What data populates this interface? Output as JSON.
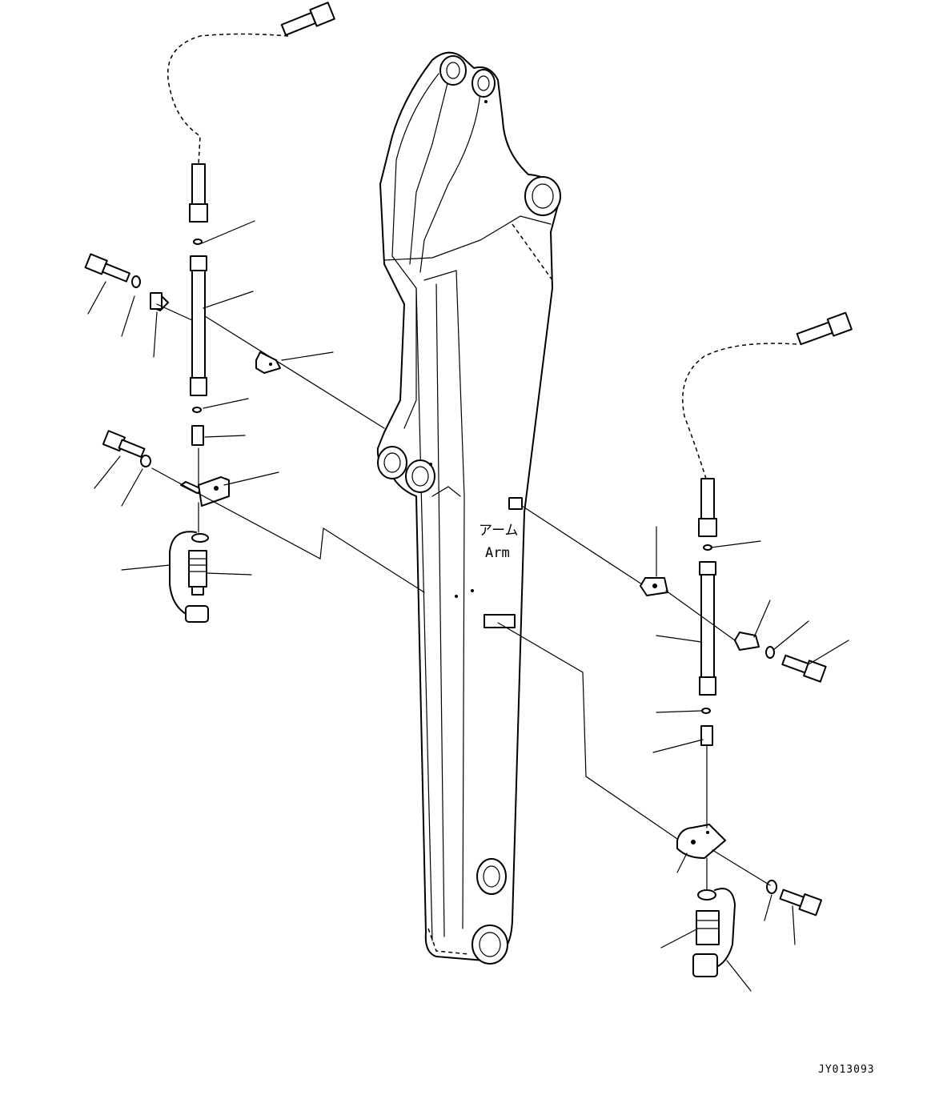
{
  "arm_label_jp": "アーム",
  "arm_label_en": "Arm",
  "drawing_code": "JY013093"
}
